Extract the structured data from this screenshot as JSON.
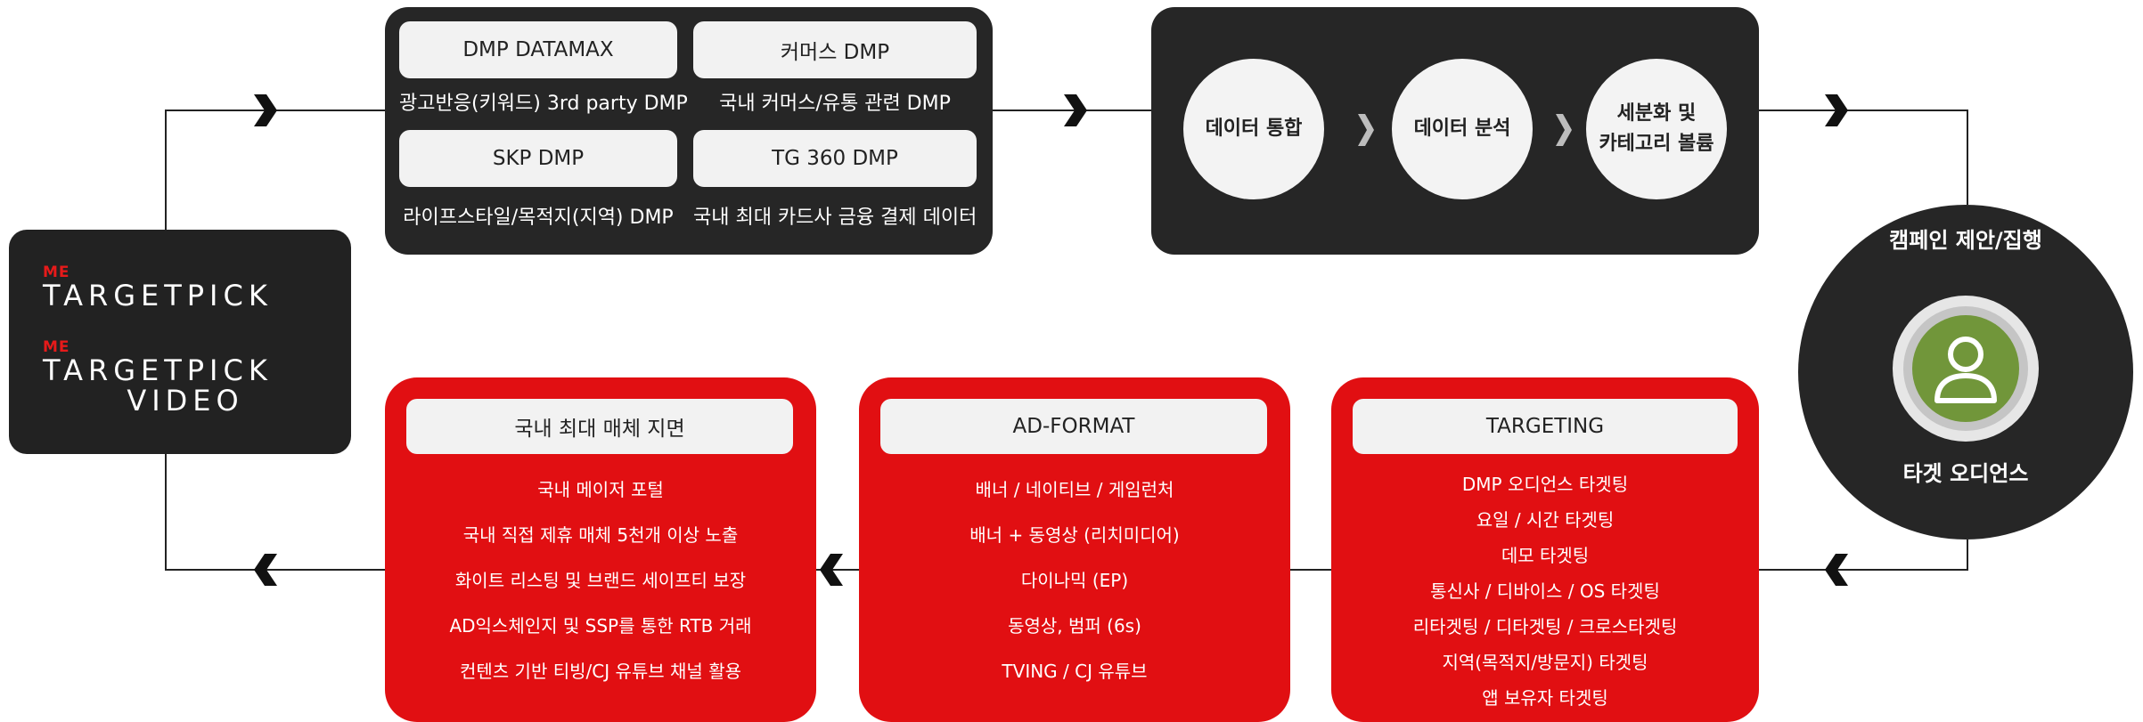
{
  "brand": {
    "logo1": {
      "prefix": "ME",
      "name": "TARGETPICK"
    },
    "logo2": {
      "prefix": "ME",
      "name": "TARGETPICK",
      "sub": "VIDEO"
    }
  },
  "dmp_panel": {
    "items": [
      {
        "title": "DMP DATAMAX",
        "caption": "광고반응(키워드) 3rd party DMP"
      },
      {
        "title": "커머스 DMP",
        "caption": "국내 커머스/유통 관련 DMP"
      },
      {
        "title": "SKP DMP",
        "caption": "라이프스타일/목적지(지역) DMP"
      },
      {
        "title": "TG 360 DMP",
        "caption": "국내 최대 카드사 금융 결제 데이터"
      }
    ]
  },
  "process": {
    "steps": [
      "데이터 통합",
      "데이터 분석",
      "세분화 및\n카테고리 볼륨"
    ]
  },
  "campaign": {
    "title": "캠페인 제안/집행",
    "subtitle": "타겟 오디언스",
    "icon": "user-icon",
    "color": "#71963a"
  },
  "targeting": {
    "title": "TARGETING",
    "items": [
      "DMP 오디언스 타겟팅",
      "요일 / 시간 타겟팅",
      "데모 타겟팅",
      "통신사 / 디바이스 / OS 타겟팅",
      "리타겟팅 / 디타겟팅 / 크로스타겟팅",
      "지역(목적지/방문지) 타겟팅",
      "앱 보유자 타겟팅"
    ]
  },
  "ad_format": {
    "title": "AD-FORMAT",
    "items": [
      "배너 / 네이티브 / 게임런처",
      "배너 + 동영상 (리치미디어)",
      "다이나믹 (EP)",
      "동영상, 범퍼 (6s)",
      "TVING / CJ 유튜브"
    ]
  },
  "media": {
    "title": "국내 최대 매체 지면",
    "items": [
      "국내 메이저 포털",
      "국내 직접 제휴 매체 5천개 이상 노출",
      "화이트 리스팅 및 브랜드 세이프티 보장",
      "AD익스체인지 및 SSP를 통한 RTB 거래",
      "컨텐츠 기반 티빙/CJ 유튜브 채널 활용"
    ]
  },
  "colors": {
    "accent": "#e10f12",
    "dark": "#262626",
    "light": "#f2f2f2"
  }
}
